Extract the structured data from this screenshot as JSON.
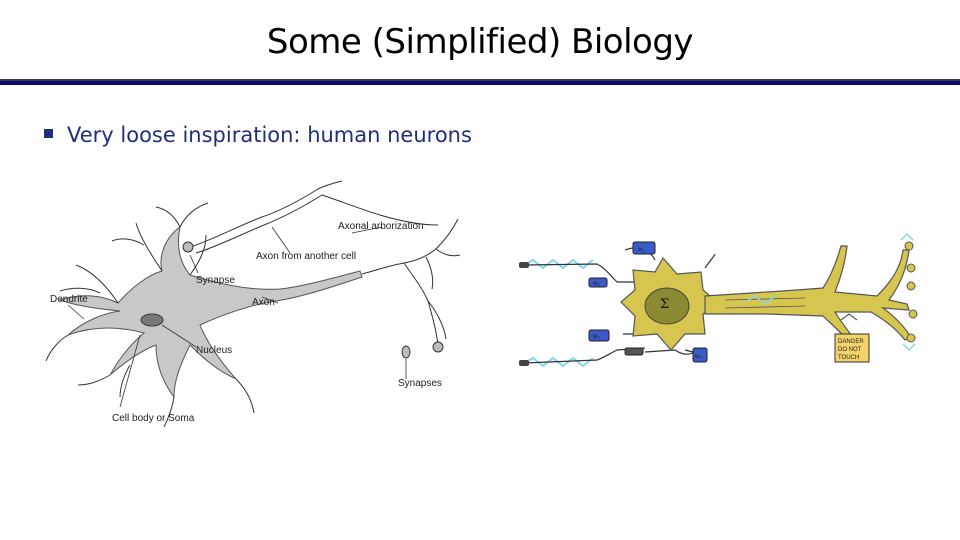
{
  "slide": {
    "title": "Some (Simplified) Biology",
    "bullet": "Very loose inspiration: human neurons"
  },
  "neuron_diagram": {
    "labels": {
      "axonal_arborization": "Axonal arborization",
      "axon_from_another_cell": "Axon from another cell",
      "synapse": "Synapse",
      "dendrite": "Dendrite",
      "axon": "Axon",
      "nucleus": "Nucleus",
      "synapses": "Synapses",
      "cell_body": "Cell body or Soma"
    }
  },
  "cartoon_neuron": {
    "sum_symbol": "Σ",
    "weights": [
      "w₁",
      "w₂",
      "w₃",
      "w₄"
    ],
    "sign": [
      "DANGER",
      "DO NOT",
      "TOUCH"
    ]
  },
  "colors": {
    "title_rule": "#0a0a6e",
    "bullet_text": "#1f2f7a",
    "cell_gray": "#c8c8c8",
    "cartoon_yellow": "#d6c64f",
    "weight_blue": "#3a5bc7",
    "spark_cyan": "#7fd8f0"
  }
}
